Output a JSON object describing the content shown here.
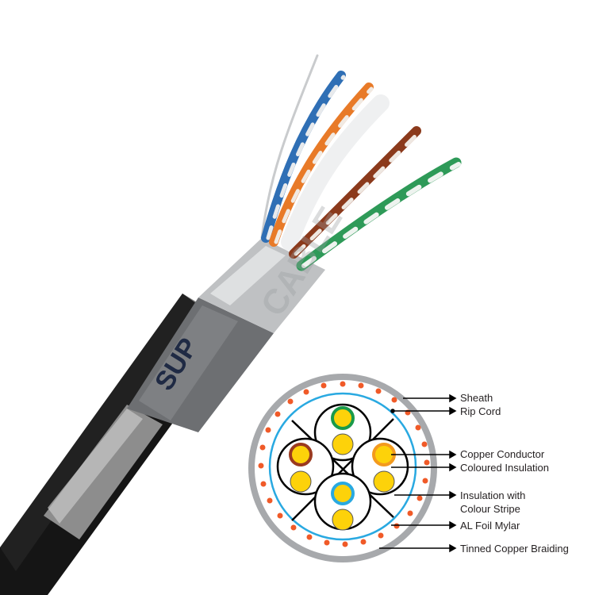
{
  "image": {
    "subject": "shielded twisted pair network cable",
    "cable_print": "SUP",
    "watermark": "CABLE"
  },
  "cross_section": {
    "labels": [
      {
        "id": "sheath",
        "text": "Sheath"
      },
      {
        "id": "rip-cord",
        "text": "Rip Cord"
      },
      {
        "id": "copper-conductor",
        "text": "Copper Conductor"
      },
      {
        "id": "coloured-insulation",
        "text": "Coloured Insulation"
      },
      {
        "id": "insulation-stripe-1",
        "text": "Insulation with"
      },
      {
        "id": "insulation-stripe-2",
        "text": "Colour Stripe"
      },
      {
        "id": "al-foil",
        "text": "AL Foil Mylar"
      },
      {
        "id": "braiding",
        "text": "Tinned Copper Braiding"
      }
    ],
    "pairs": [
      {
        "position": "top",
        "colour": "#1a9a4a"
      },
      {
        "position": "left",
        "colour": "#9b3a1f"
      },
      {
        "position": "right",
        "colour": "#f39a1e"
      },
      {
        "position": "bottom",
        "colour": "#29a9e1"
      }
    ],
    "colors": {
      "sheath": "#a7a9ac",
      "braid_dots": "#f05a28",
      "foil": "#29a9e1",
      "conductor": "#fdd20a"
    }
  }
}
